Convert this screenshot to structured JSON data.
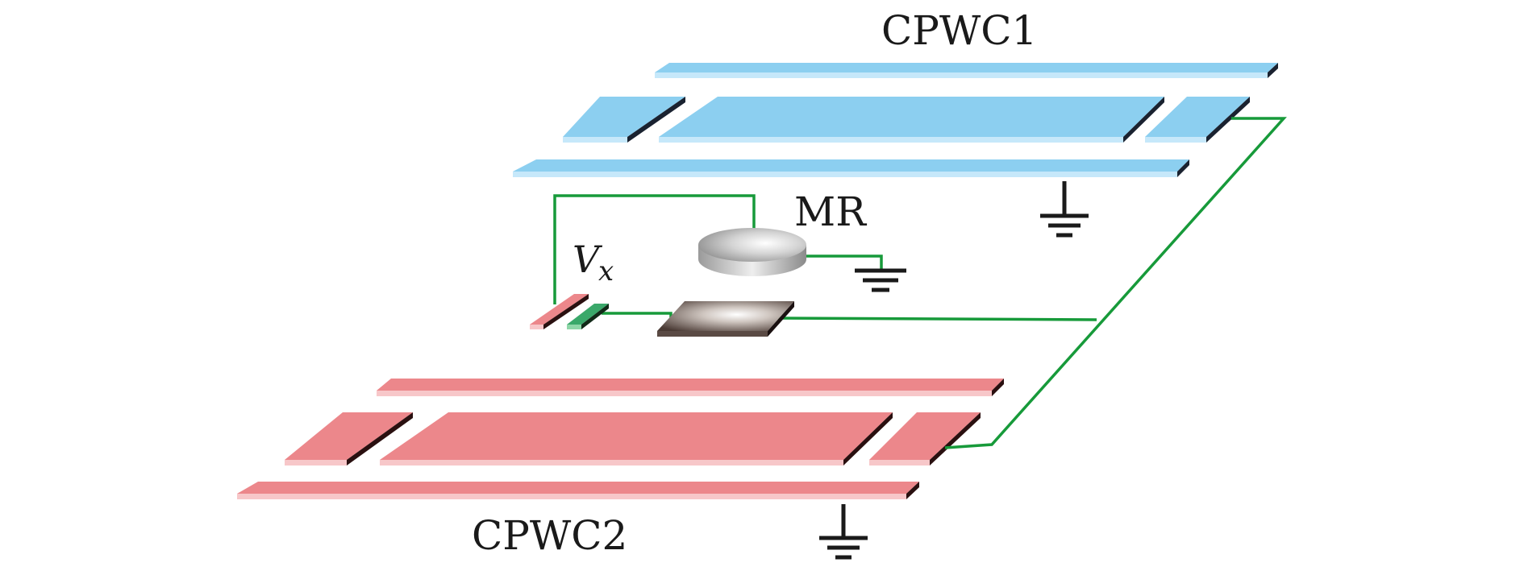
{
  "labels": {
    "top_waveguide": "CPWC1",
    "bottom_waveguide": "CPWC2",
    "resonator": "MR",
    "voltage_symbol": "V",
    "voltage_subscript": "x"
  },
  "colors": {
    "top_strip_face": "#8ccff0",
    "top_strip_edge": "#c6e8fa",
    "top_strip_side": "#1a2230",
    "bottom_strip_face": "#ec878b",
    "bottom_strip_edge": "#f7c7c9",
    "bottom_strip_side": "#2a1010",
    "wire": "#179a3a",
    "ground": "#1a1a1a",
    "electrode_pink": "#ec878b",
    "electrode_green": "#3aa86a"
  }
}
